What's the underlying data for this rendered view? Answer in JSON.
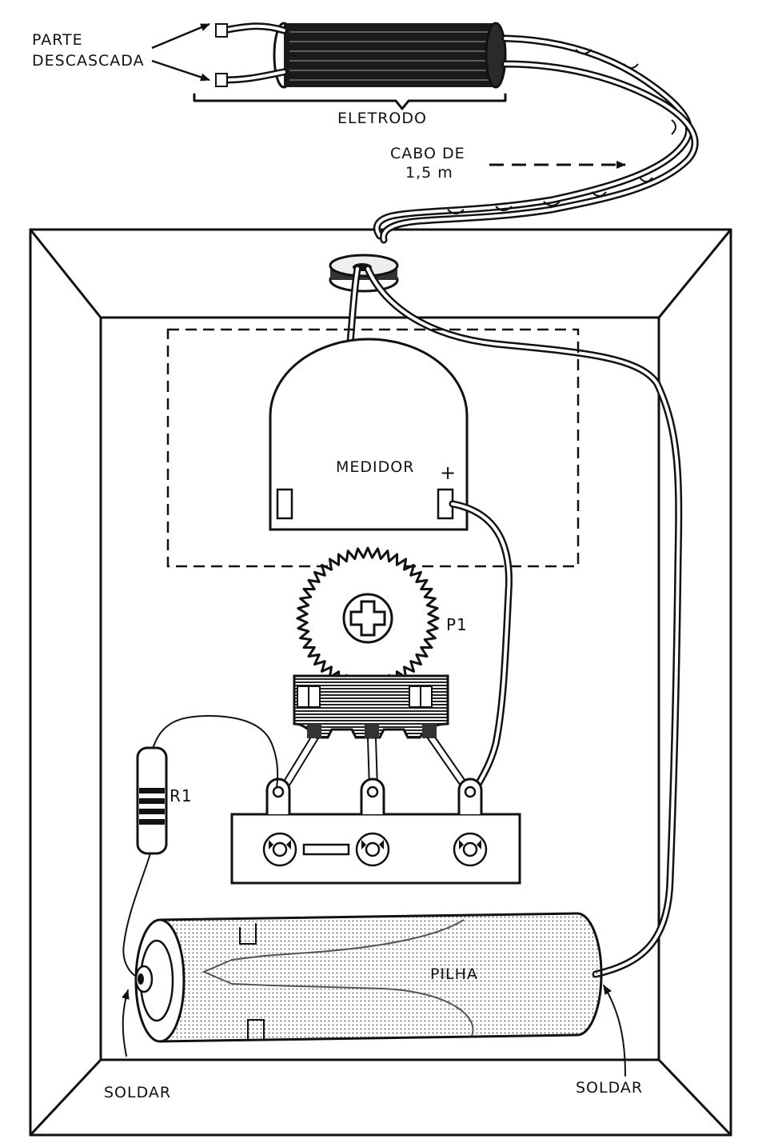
{
  "labels": {
    "parte": "PARTE",
    "descascada": "DESCASCADA",
    "eletrodo": "ELETRODO",
    "cabo_line1": "CABO DE",
    "cabo_line2": "1,5 m",
    "medidor": "MEDIDOR",
    "plus": "+",
    "p1": "P1",
    "r1": "R1",
    "pilha": "PILHA",
    "soldar_left": "SOLDAR",
    "soldar_right": "SOLDAR"
  }
}
